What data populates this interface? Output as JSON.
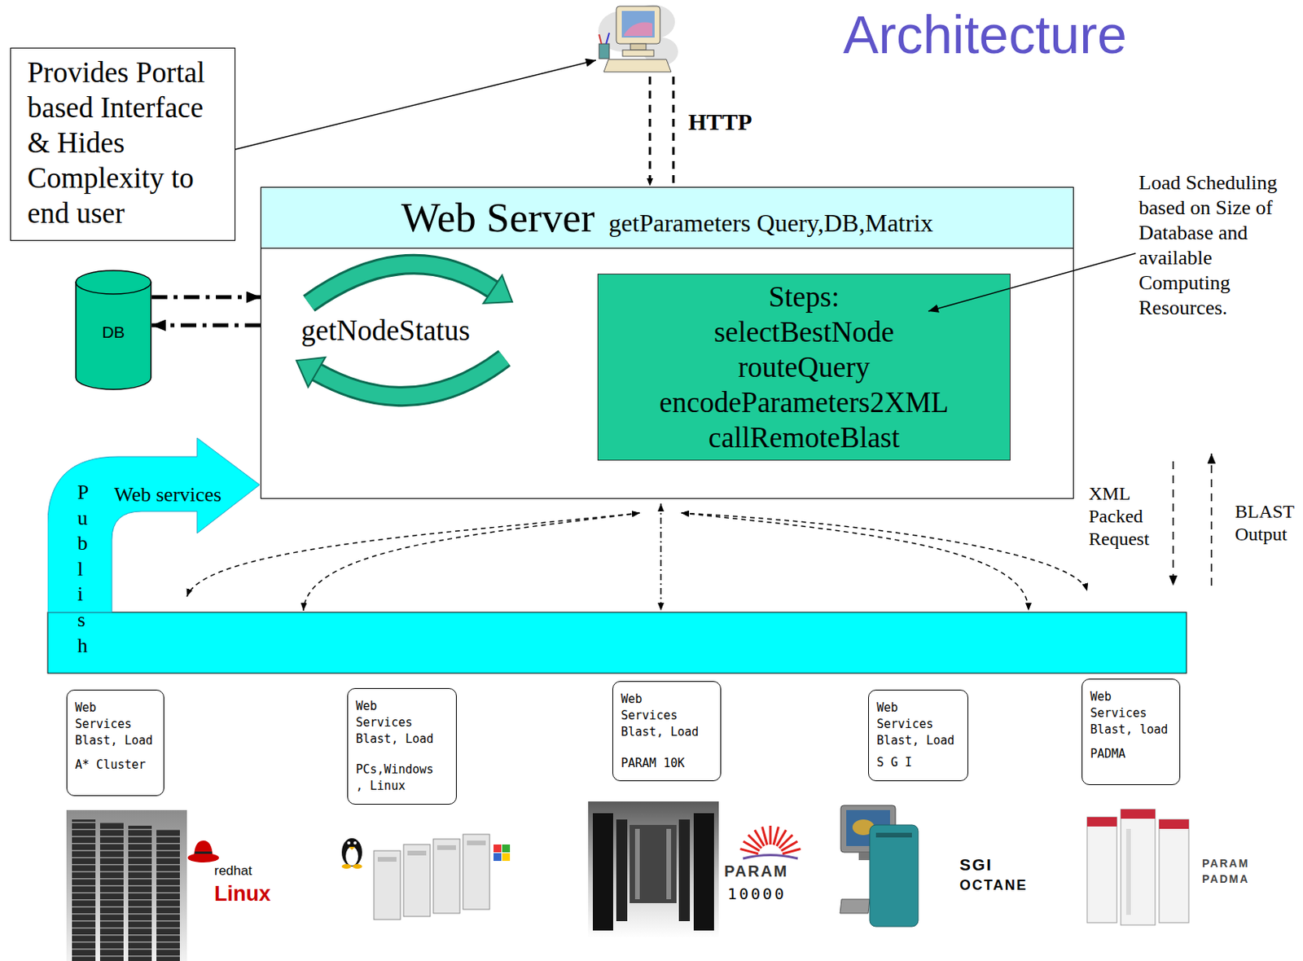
{
  "diagram": {
    "title": "Architecture",
    "nodes": [
      {
        "text": [
          "Provides Portal based Interface & Hides Complexity to end user"
        ]
      },
      {
        "text": [
          "Web Server",
          "getParameters Query,DB,Matrix"
        ]
      },
      {
        "text": [
          "Steps:",
          "selectBestNode",
          "routeQuery",
          "encodeParameters2XML",
          "callRemoteBlast"
        ],
        "in": 1
      },
      {
        "text": [
          "DB"
        ]
      },
      {
        "text": [
          "Publish",
          "Web services"
        ]
      },
      {
        "text": [
          "Web Services Blast, Load",
          "A* Cluster"
        ]
      },
      {
        "text": [
          "Web Services Blast, Load",
          "PCs,Windows , Linux"
        ]
      },
      {
        "text": [
          "Web Services Blast, Load",
          "PARAM 10K"
        ]
      },
      {
        "text": [
          "Web Services Blast, Load",
          "S G I"
        ]
      },
      {
        "text": [
          "Web Services Blast, load",
          "PADMA"
        ]
      }
    ],
    "edges": [
      {
        "from": 3,
        "to": 1,
        "arrow": "to"
      },
      {
        "from": 1,
        "to": 3,
        "arrow": "to"
      }
    ],
    "labels": [
      "HTTP",
      "getNodeStatus",
      "Load Scheduling based on Size of Database and available Computing Resources.",
      "XML Packed Request",
      "BLAST Output",
      "redhat",
      "Linux",
      "PARAM",
      "10000",
      "SGI",
      "OCTANE",
      "PARAM",
      "PADMA"
    ]
  }
}
